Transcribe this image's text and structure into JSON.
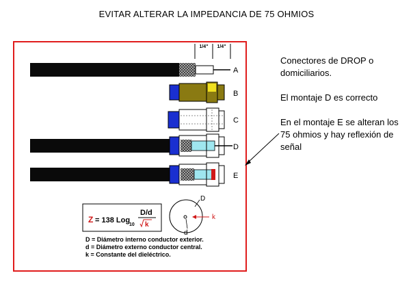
{
  "title": "EVITAR ALTERAR LA IMPEDANCIA DE 75 OHMIOS",
  "dimension_marks": [
    "1/4\"",
    "1/4\""
  ],
  "connector_labels": [
    "A",
    "B",
    "C",
    "D",
    "E"
  ],
  "formula": {
    "lhs": "Z",
    "equals": "= 138 Log",
    "subscript": "10",
    "numerator": "D/d",
    "denominator": "k"
  },
  "cross_section_labels": {
    "outer": "D",
    "inner": "d",
    "dielectric": "k"
  },
  "legend": [
    "D = Diámetro interno conductor exterior.",
    "d = Diámetro externo conductor central.",
    "k = Constante del dieléctrico."
  ],
  "notes": [
    "Conectores de DROP o domiciliarios.",
    "El montaje D es correcto",
    "En el montaje E se alteran los 75 ohmios y hay reflexión de señal"
  ],
  "colors": {
    "frame": "#e01b1b",
    "cable": "#0a0a0a",
    "braid": "#9a9a9a",
    "brass": "#8a7a12",
    "brass_hex": "#f0e020",
    "blue": "#1a2fd0",
    "dielectric": "#9fe6ef",
    "fault": "#d01818"
  }
}
